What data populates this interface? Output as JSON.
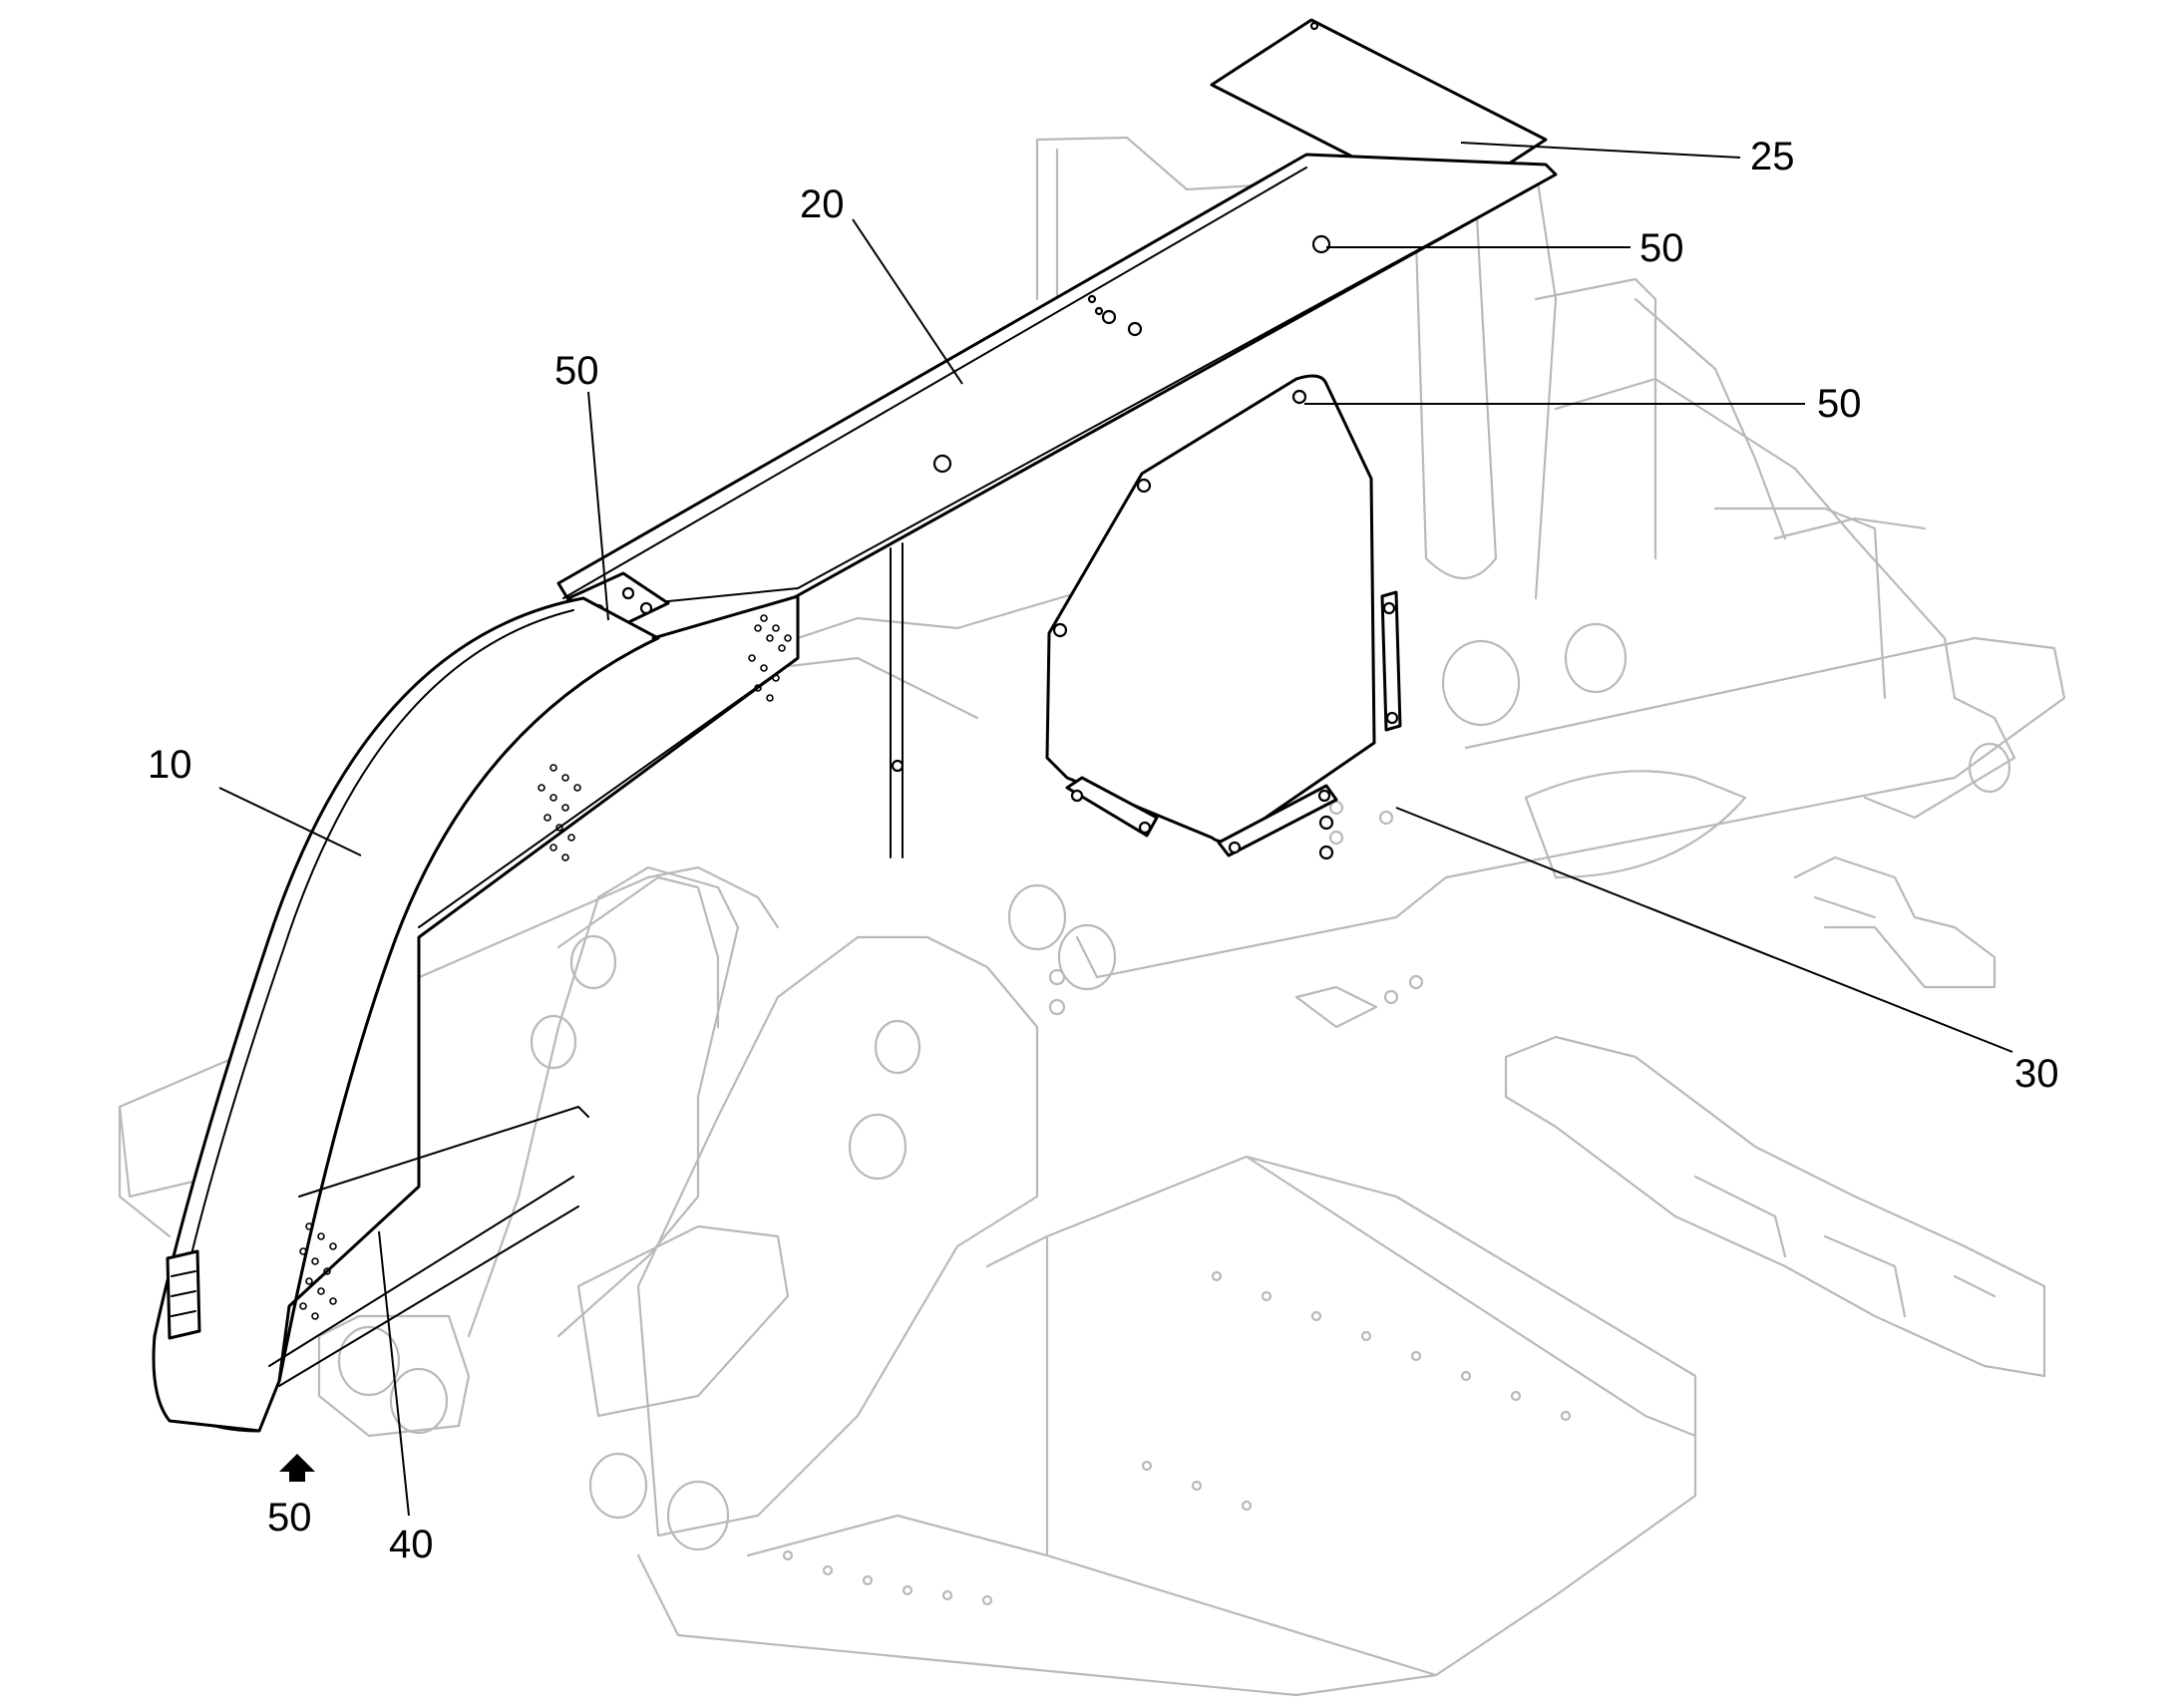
{
  "diagram": {
    "callouts": [
      {
        "id": "c25",
        "label": "25"
      },
      {
        "id": "c20",
        "label": "20"
      },
      {
        "id": "c50a",
        "label": "50"
      },
      {
        "id": "c50b",
        "label": "50"
      },
      {
        "id": "c50c",
        "label": "50"
      },
      {
        "id": "c10",
        "label": "10"
      },
      {
        "id": "c30",
        "label": "30"
      },
      {
        "id": "c50d",
        "label": "50"
      },
      {
        "id": "c40",
        "label": "40"
      }
    ],
    "colors": {
      "part_outline": "#000000",
      "background_frame": "#b9b9b9",
      "background": "#ffffff"
    },
    "icons": [
      "arrow-up-icon"
    ]
  }
}
